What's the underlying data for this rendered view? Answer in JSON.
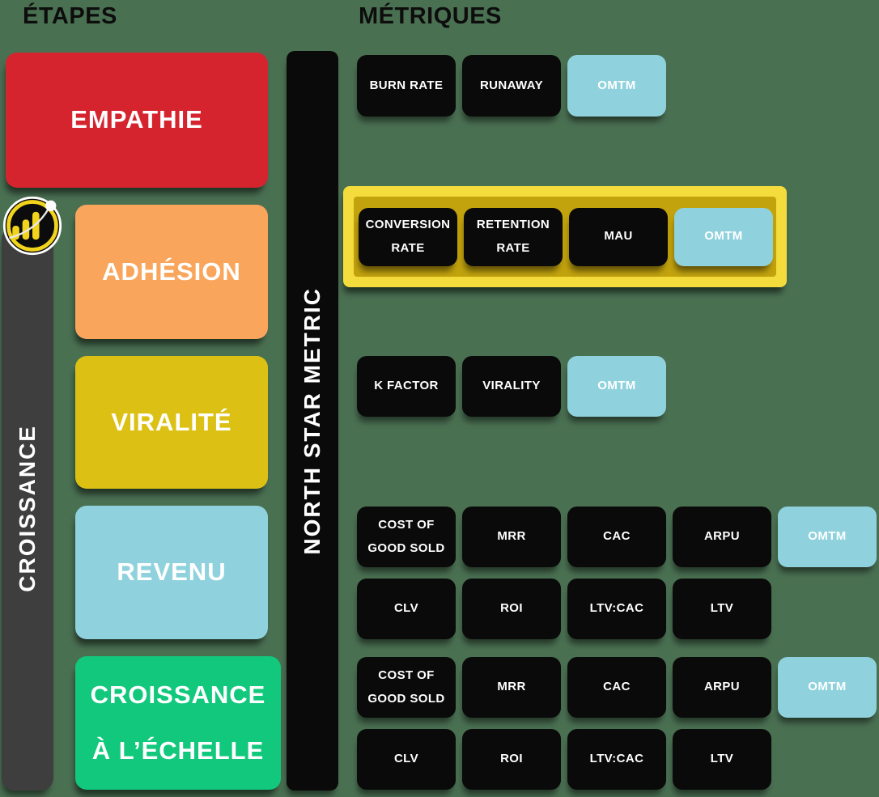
{
  "headers": {
    "etapes": "ÉTAPES",
    "metriques": "MÉTRIQUES"
  },
  "stages": [
    {
      "label": "EMPATHIE",
      "color": "#D6242F"
    },
    {
      "label": "ADHÉSION",
      "color": "#F9A55C"
    },
    {
      "label": "VIRALITÉ",
      "color": "#DCC114"
    },
    {
      "label": "REVENU",
      "color": "#8FD2DD"
    },
    {
      "label": "CROISSANCE À L’ÉCHELLE",
      "color": "#12C87D"
    }
  ],
  "growth_bar": {
    "label": "CROISSANCE",
    "color": "#3E3E3E"
  },
  "north_star_bar": {
    "label": "NORTH STAR METRIC",
    "color": "#0A0A0A"
  },
  "icon": {
    "name": "growth-chart-icon",
    "ring_color": "#F2D41C",
    "bar_color": "#F2D41C"
  },
  "highlight": {
    "outer_color": "#F4DC3D",
    "inner_color": "#C2A30E"
  },
  "colors": {
    "background": "#4A7052",
    "chip": "#0A0A0A",
    "omtm": "#8FD2DE"
  },
  "metric_rows": [
    {
      "name": "tresorerie",
      "highlighted": false,
      "chips": [
        {
          "label": "BURN RATE",
          "type": "metric"
        },
        {
          "label": "RUNAWAY",
          "type": "metric"
        },
        {
          "label": "OMTM",
          "type": "omtm"
        }
      ]
    },
    {
      "name": "adhesion",
      "highlighted": true,
      "chips": [
        {
          "label": "CONVERSION RATE",
          "type": "metric"
        },
        {
          "label": "RETENTION RATE",
          "type": "metric"
        },
        {
          "label": "MAU",
          "type": "metric"
        },
        {
          "label": "OMTM",
          "type": "omtm"
        }
      ]
    },
    {
      "name": "viralite",
      "highlighted": false,
      "chips": [
        {
          "label": "K FACTOR",
          "type": "metric"
        },
        {
          "label": "VIRALITY",
          "type": "metric"
        },
        {
          "label": "OMTM",
          "type": "omtm"
        }
      ]
    },
    {
      "name": "revenu-1",
      "highlighted": false,
      "chips": [
        {
          "label": "COST OF GOOD SOLD",
          "type": "metric"
        },
        {
          "label": "MRR",
          "type": "metric"
        },
        {
          "label": "CAC",
          "type": "metric"
        },
        {
          "label": "ARPU",
          "type": "metric"
        },
        {
          "label": "OMTM",
          "type": "omtm"
        }
      ]
    },
    {
      "name": "revenu-2",
      "highlighted": false,
      "chips": [
        {
          "label": "CLV",
          "type": "metric"
        },
        {
          "label": "ROI",
          "type": "metric"
        },
        {
          "label": "LTV:CAC",
          "type": "metric"
        },
        {
          "label": "LTV",
          "type": "metric"
        }
      ]
    },
    {
      "name": "echelle-1",
      "highlighted": false,
      "chips": [
        {
          "label": "COST OF GOOD SOLD",
          "type": "metric"
        },
        {
          "label": "MRR",
          "type": "metric"
        },
        {
          "label": "CAC",
          "type": "metric"
        },
        {
          "label": "ARPU",
          "type": "metric"
        },
        {
          "label": "OMTM",
          "type": "omtm"
        }
      ]
    },
    {
      "name": "echelle-2",
      "highlighted": false,
      "chips": [
        {
          "label": "CLV",
          "type": "metric"
        },
        {
          "label": "ROI",
          "type": "metric"
        },
        {
          "label": "LTV:CAC",
          "type": "metric"
        },
        {
          "label": "LTV",
          "type": "metric"
        }
      ]
    }
  ]
}
